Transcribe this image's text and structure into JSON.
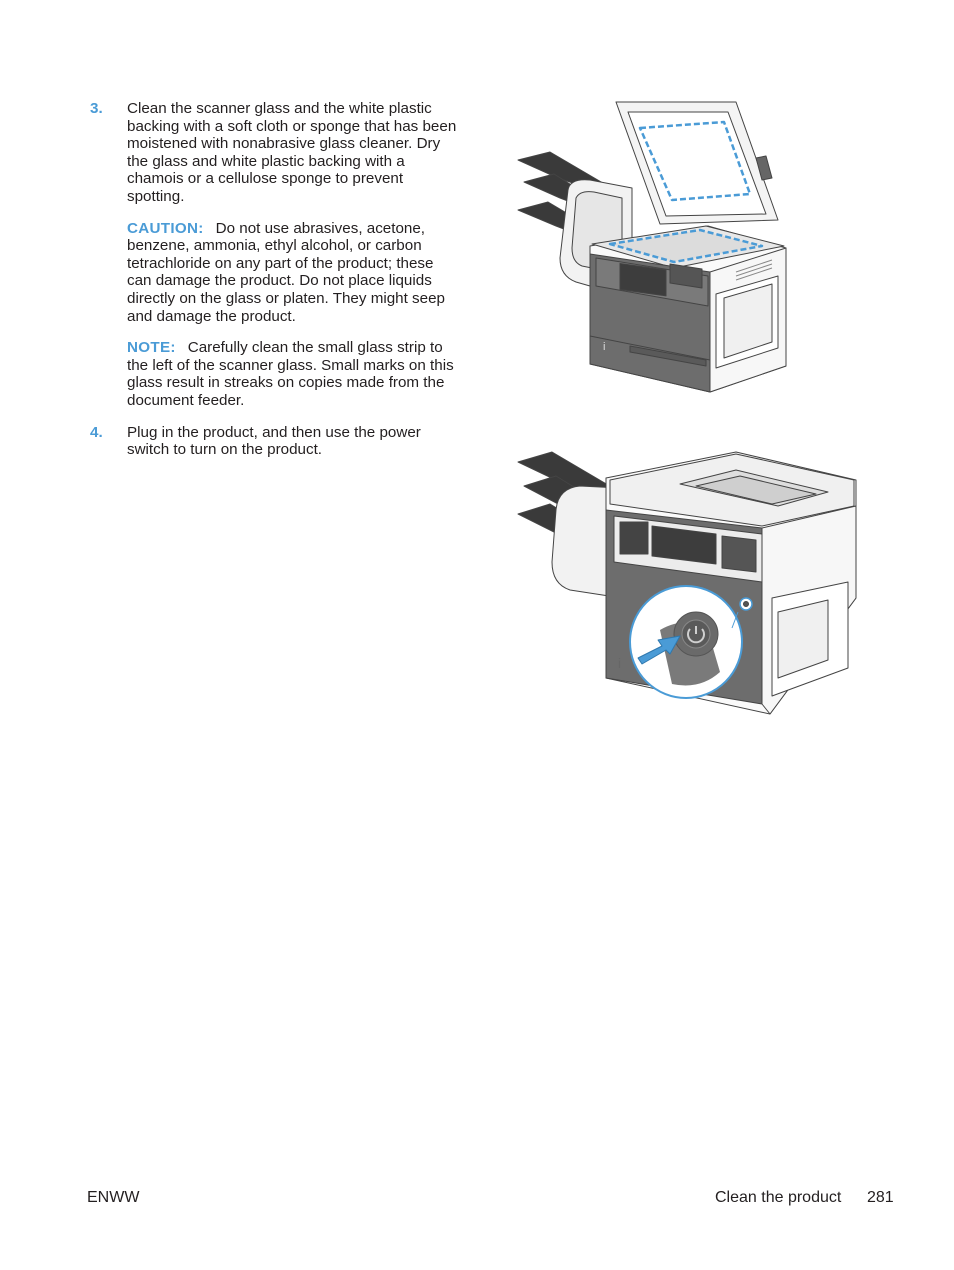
{
  "steps": [
    {
      "number": "3.",
      "text": "Clean the scanner glass and the white plastic backing with a soft cloth or sponge that has been moistened with nonabrasive glass cleaner. Dry the glass and white plastic backing with a chamois or a cellulose sponge to prevent spotting.",
      "caution": {
        "label": "CAUTION:",
        "text": "Do not use abrasives, acetone, benzene, ammonia, ethyl alcohol, or carbon tetrachloride on any part of the product; these can damage the product. Do not place liquids directly on the glass or platen. They might seep and damage the product."
      },
      "note": {
        "label": "NOTE:",
        "text": "Carefully clean the small glass strip to the left of the scanner glass. Small marks on this glass result in streaks on copies made from the document feeder."
      }
    },
    {
      "number": "4.",
      "text": "Plug in the product, and then use the power switch to turn on the product."
    }
  ],
  "figures": [
    {
      "name": "printer-scanner-glass-illustration"
    },
    {
      "name": "printer-power-button-illustration"
    }
  ],
  "colors": {
    "accent": "#4a9bd6",
    "body_text": "#231f20"
  },
  "footer": {
    "left": "ENWW",
    "section": "Clean the product",
    "page": "281"
  }
}
